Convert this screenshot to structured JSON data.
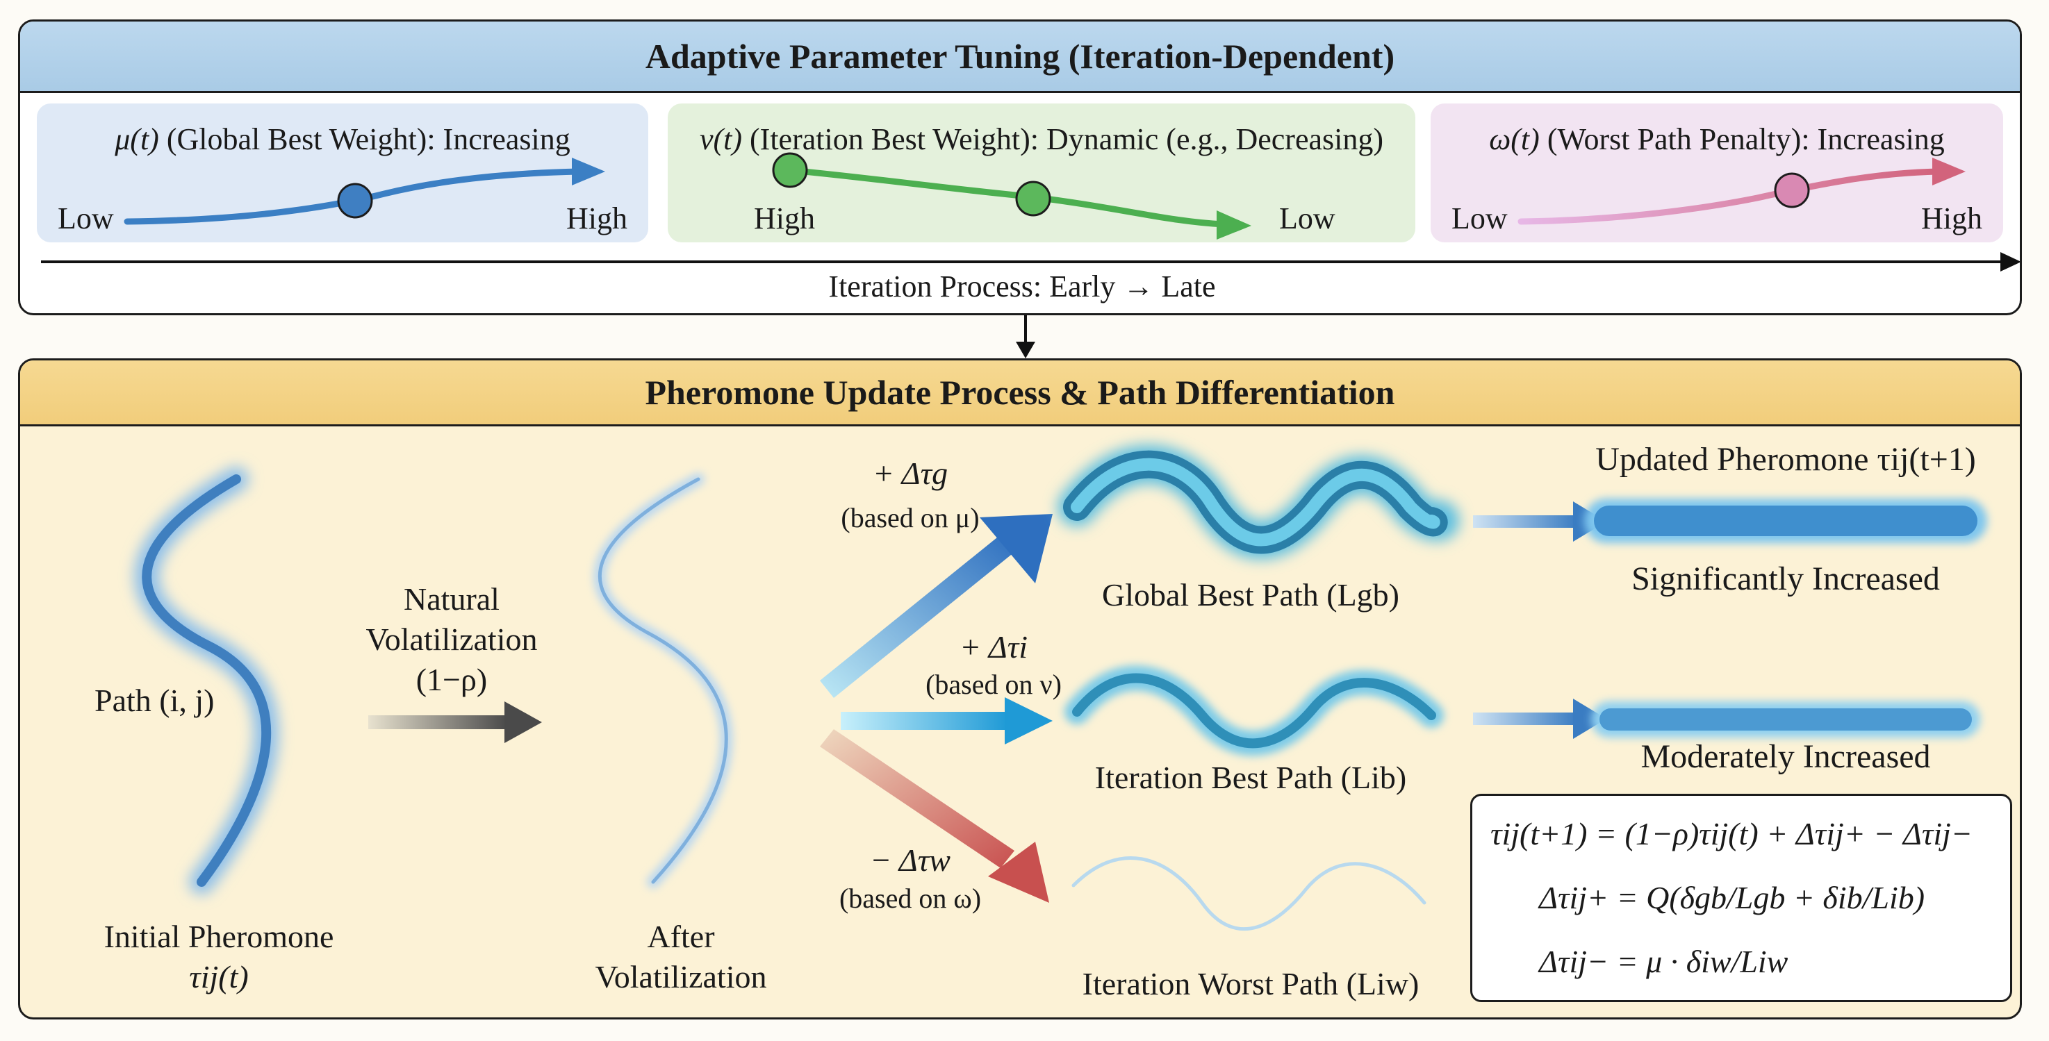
{
  "top_panel": {
    "title": "Adaptive Parameter Tuning (Iteration-Dependent)",
    "params": [
      {
        "title_sym": "μ(t)",
        "title_rest": " (Global Best Weight): Increasing",
        "start_label": "Low",
        "end_label": "High",
        "color": "#3b7fc4"
      },
      {
        "title_sym": "ν(t)",
        "title_rest": " (Iteration Best Weight): Dynamic (e.g., Decreasing)",
        "start_label": "High",
        "end_label": "Low",
        "color": "#4caf50"
      },
      {
        "title_sym": "ω(t)",
        "title_rest": " (Worst Path Penalty): Increasing",
        "start_label": "Low",
        "end_label": "High",
        "color": "#d0708a"
      }
    ],
    "axis_label": "Iteration Process: Early → Late"
  },
  "bottom_panel": {
    "title": "Pheromone Update Process & Path Differentiation",
    "path_label": "Path (i, j)",
    "initial_label": "Initial Pheromone",
    "initial_symbol": "τij(t)",
    "volatilization_label": [
      "Natural",
      "Volatilization",
      "(1−ρ)"
    ],
    "after_label": [
      "After",
      "Volatilization"
    ],
    "deltas": [
      {
        "sign": "+ Δτg",
        "basis": "(based on μ)"
      },
      {
        "sign": "+ Δτi",
        "basis": "(based on ν)"
      },
      {
        "sign": "− Δτw",
        "basis": "(based on ω)"
      }
    ],
    "paths": [
      "Global Best Path (Lgb)",
      "Iteration Best Path (Lib)",
      "Iteration Worst Path (Liw)"
    ],
    "updated_title": "Updated Pheromone τij(t+1)",
    "results": [
      "Significantly Increased",
      "Moderately Increased"
    ],
    "formulas": [
      "τij(t+1) = (1−ρ)τij(t) + Δτij+ − Δτij−",
      "Δτij+ = Q(δgb/Lgb + δib/Lib)",
      "Δτij− = μ · δiw/Liw"
    ]
  },
  "colors": {
    "blue_path": "#4a8fc8",
    "teal_path": "#2f8fb8",
    "arrow_blue": "#3377c0",
    "arrow_cyan": "#27a6d8",
    "arrow_red": "#c85a5a"
  }
}
